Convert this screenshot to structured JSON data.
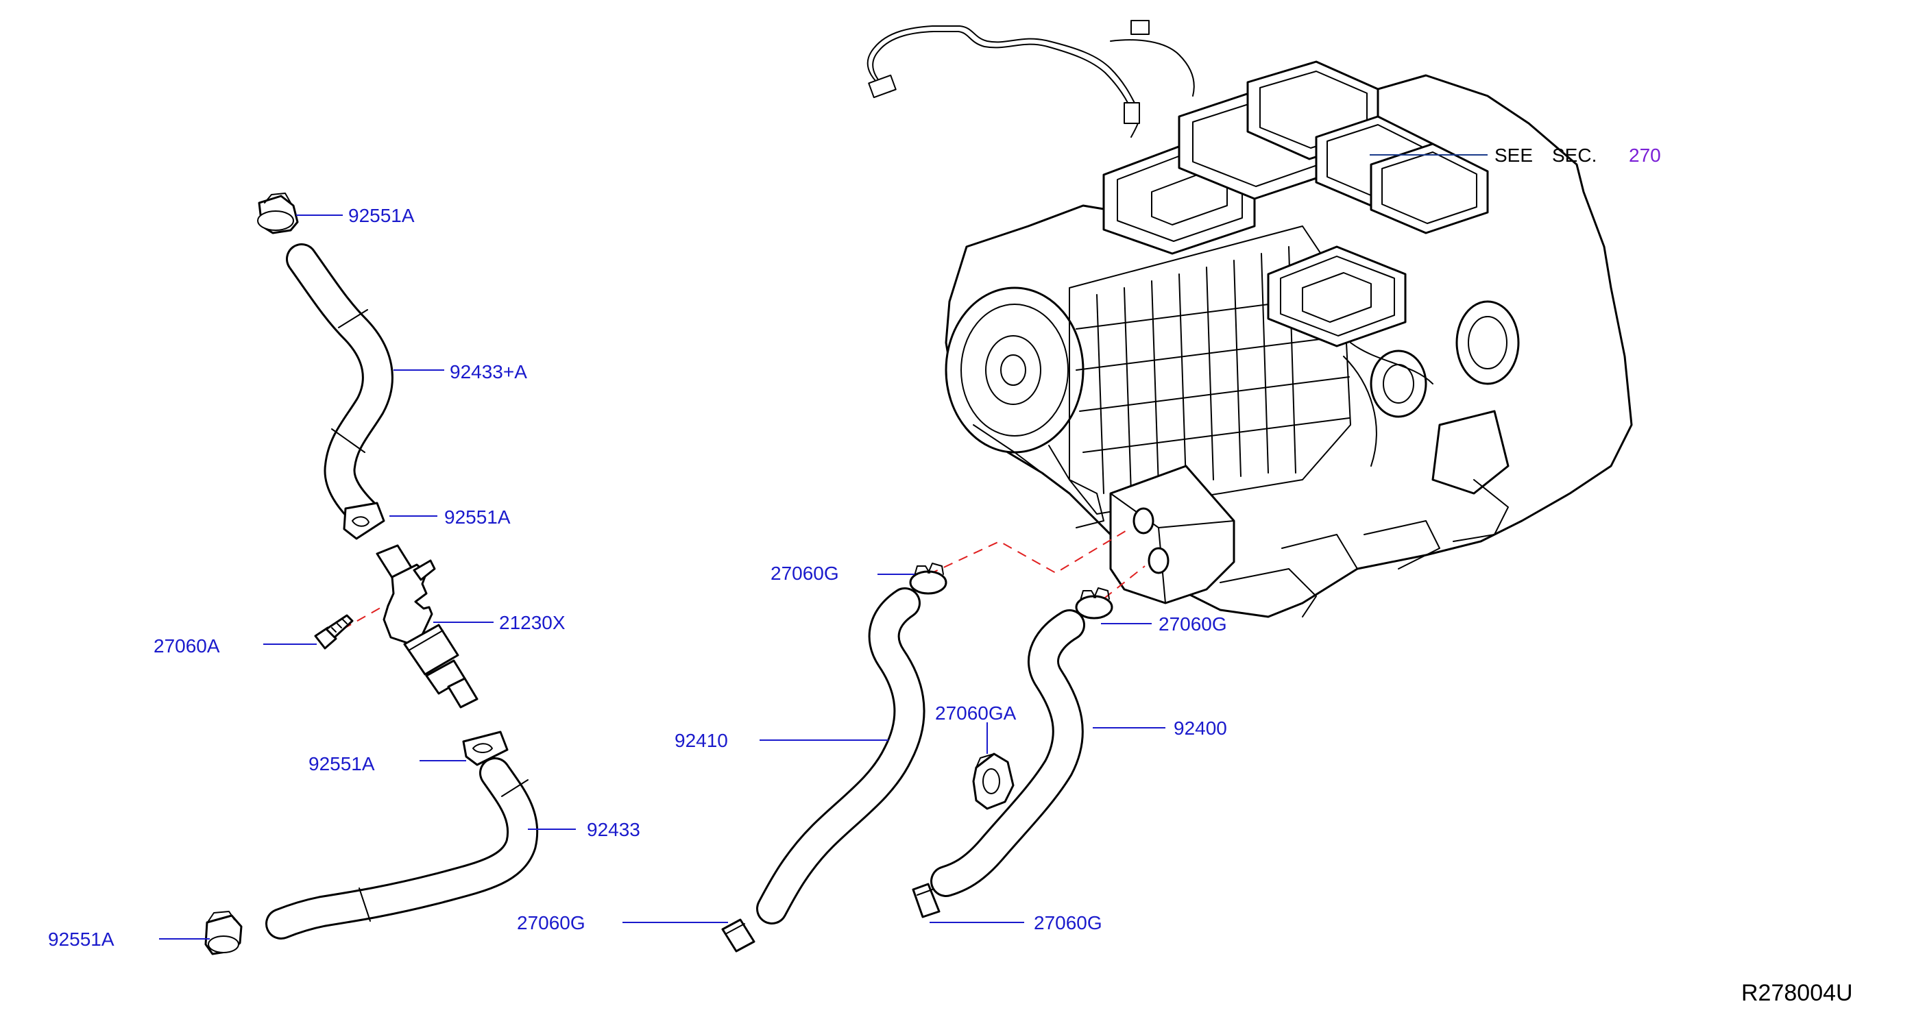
{
  "callouts": {
    "clamp_top": "92551A",
    "hose_upper": "92433+A",
    "clamp_mid": "92551A",
    "valve": "21230X",
    "bolt": "27060A",
    "clamp_lower": "92551A",
    "hose_lower": "92433",
    "clamp_bottom": "92551A",
    "clamp_left_top": "27060G",
    "clamp_right_top": "27060G",
    "hose_left": "92410",
    "bracket": "27060GA",
    "hose_right": "92400",
    "clamp_left_bottom": "27060G",
    "clamp_right_bottom": "27060G"
  },
  "reference": {
    "see": "SEE",
    "sec": "SEC.",
    "section": "270"
  },
  "diagram_id": "R278004U",
  "colors": {
    "label_text": "#1a1acc",
    "section_link": "#7a1fd6",
    "dash_line": "#e02020",
    "outline": "#000000"
  }
}
